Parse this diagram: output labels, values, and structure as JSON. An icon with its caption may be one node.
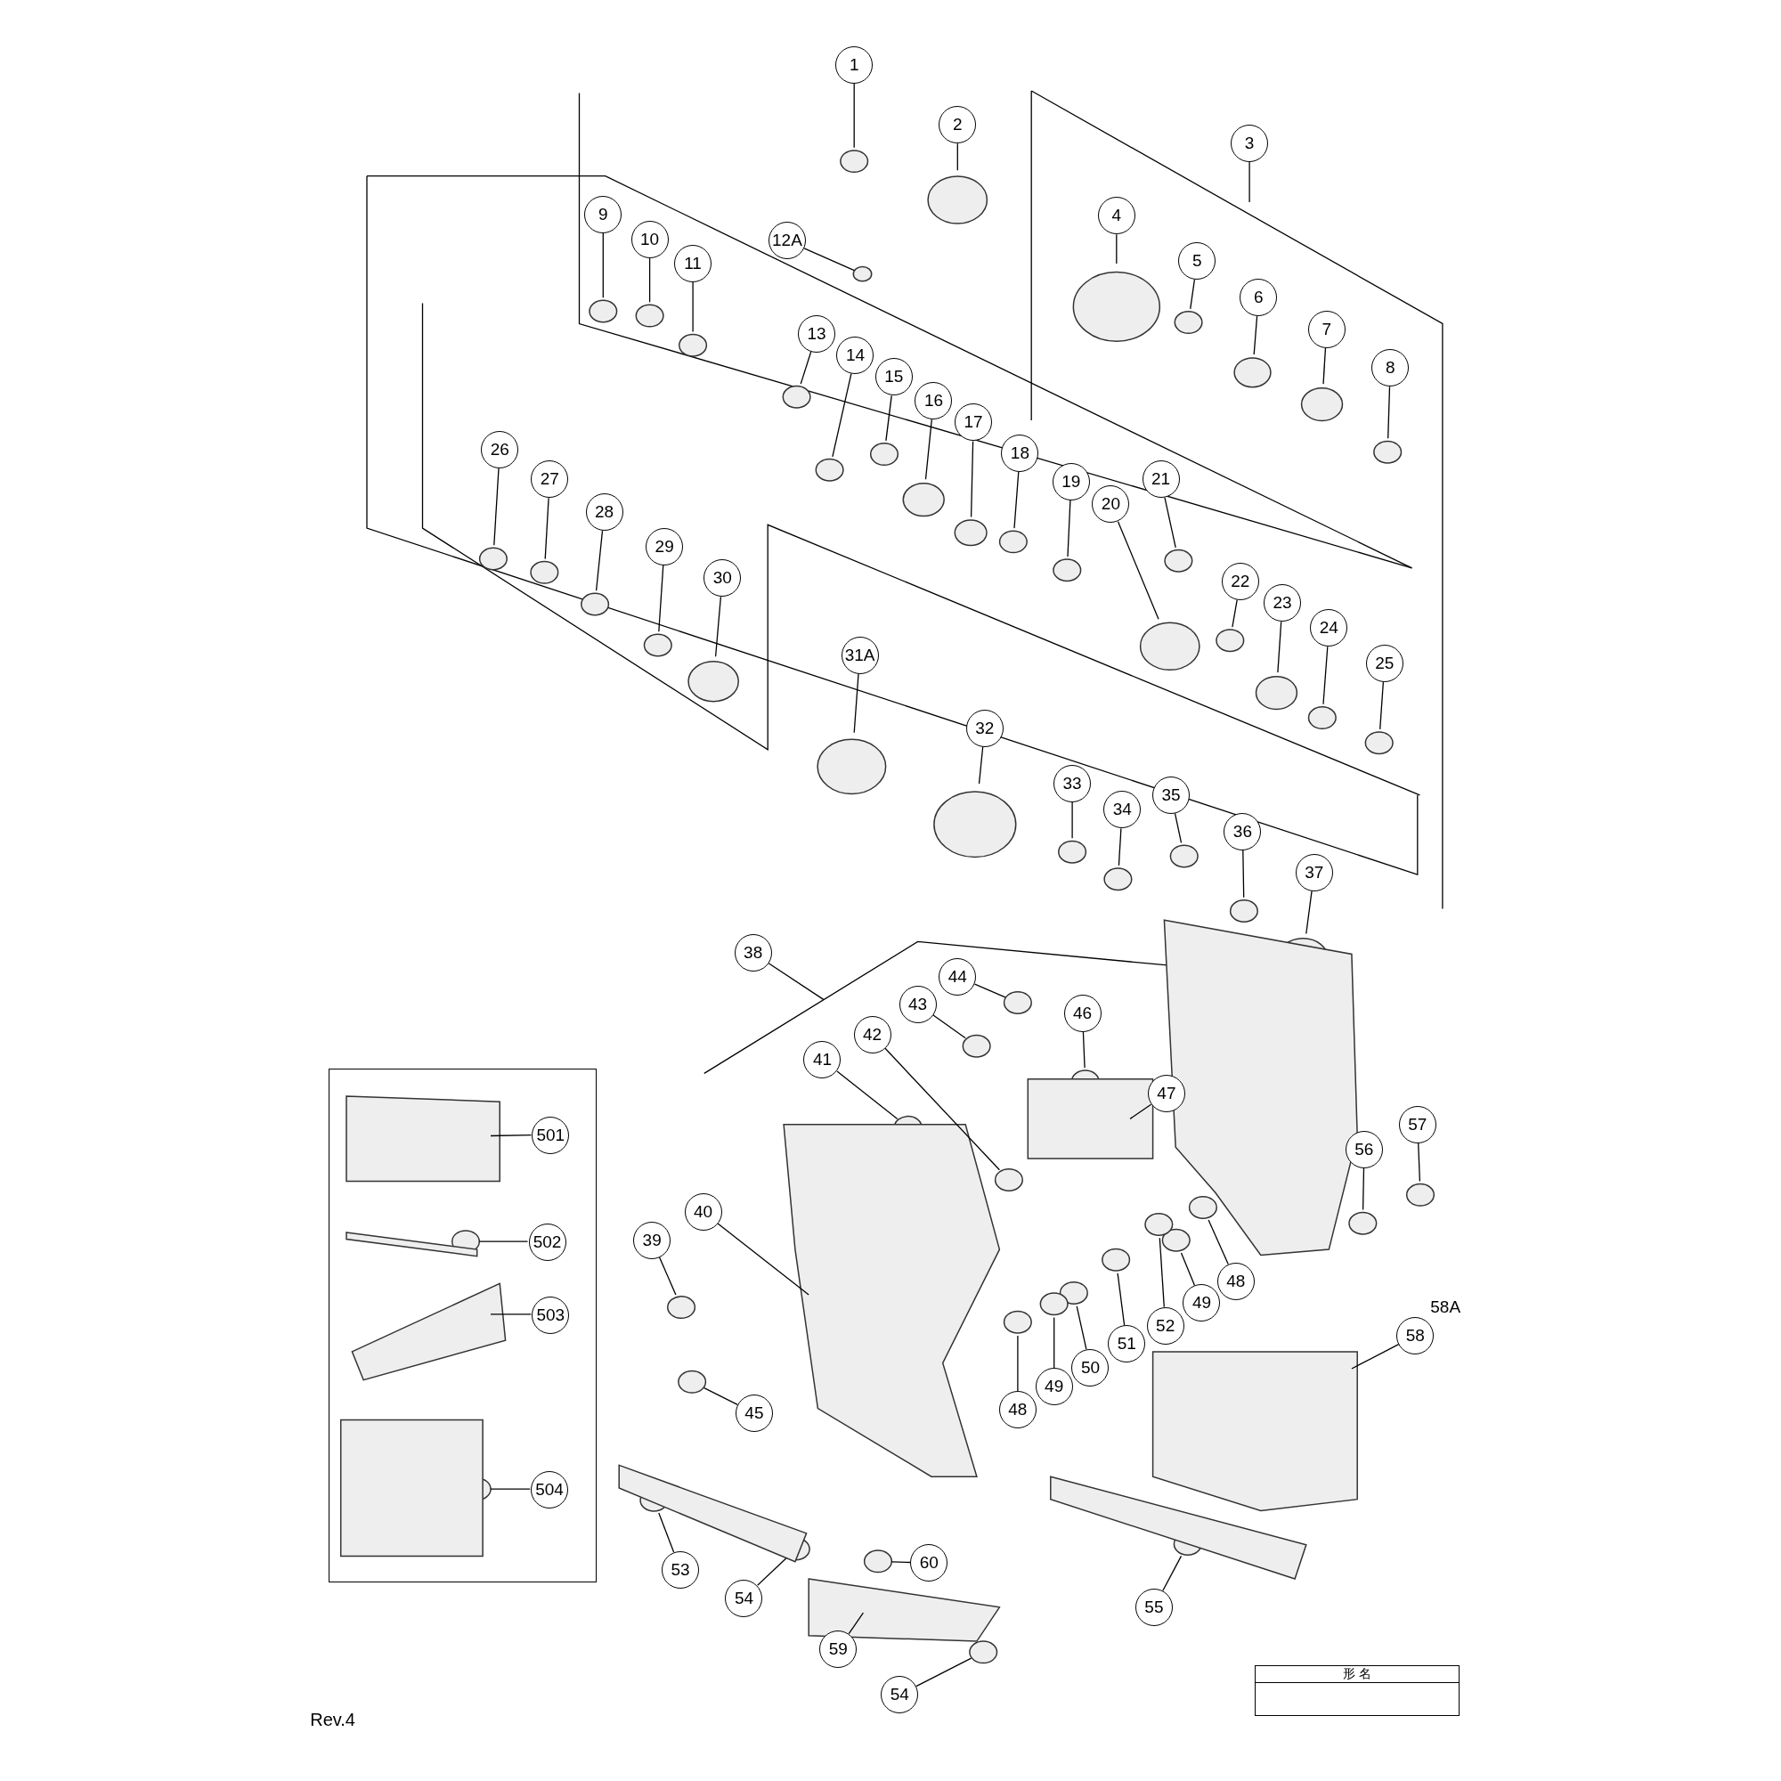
{
  "diagram": {
    "nodes": [
      {
        "text": [
          "1"
        ]
      },
      {
        "text": [
          "2"
        ]
      },
      {
        "text": [
          "3"
        ]
      },
      {
        "text": [
          "4"
        ]
      },
      {
        "text": [
          "5"
        ]
      },
      {
        "text": [
          "6"
        ]
      },
      {
        "text": [
          "7"
        ]
      },
      {
        "text": [
          "8"
        ]
      },
      {
        "text": [
          "9"
        ]
      },
      {
        "text": [
          "10"
        ]
      },
      {
        "text": [
          "11"
        ]
      },
      {
        "text": [
          "12A"
        ]
      },
      {
        "text": [
          "13"
        ]
      },
      {
        "text": [
          "14"
        ]
      },
      {
        "text": [
          "15"
        ]
      },
      {
        "text": [
          "16"
        ]
      },
      {
        "text": [
          "17"
        ]
      },
      {
        "text": [
          "18"
        ]
      },
      {
        "text": [
          "19"
        ]
      },
      {
        "text": [
          "20"
        ]
      },
      {
        "text": [
          "21"
        ]
      },
      {
        "text": [
          "22"
        ]
      },
      {
        "text": [
          "23"
        ]
      },
      {
        "text": [
          "24"
        ]
      },
      {
        "text": [
          "25"
        ]
      },
      {
        "text": [
          "26"
        ]
      },
      {
        "text": [
          "27"
        ]
      },
      {
        "text": [
          "28"
        ]
      },
      {
        "text": [
          "29"
        ]
      },
      {
        "text": [
          "30"
        ]
      },
      {
        "text": [
          "31A"
        ]
      },
      {
        "text": [
          "32"
        ]
      },
      {
        "text": [
          "33"
        ]
      },
      {
        "text": [
          "34"
        ]
      },
      {
        "text": [
          "35"
        ]
      },
      {
        "text": [
          "36"
        ]
      },
      {
        "text": [
          "37"
        ]
      },
      {
        "text": [
          "38"
        ]
      },
      {
        "text": [
          "39"
        ]
      },
      {
        "text": [
          "40"
        ]
      },
      {
        "text": [
          "41"
        ]
      },
      {
        "text": [
          "42"
        ]
      },
      {
        "text": [
          "43"
        ]
      },
      {
        "text": [
          "44"
        ]
      },
      {
        "text": [
          "45"
        ]
      },
      {
        "text": [
          "46"
        ]
      },
      {
        "text": [
          "47"
        ]
      },
      {
        "text": [
          "48"
        ]
      },
      {
        "text": [
          "49"
        ]
      },
      {
        "text": [
          "50"
        ]
      },
      {
        "text": [
          "51"
        ]
      },
      {
        "text": [
          "52"
        ]
      },
      {
        "text": [
          "48"
        ]
      },
      {
        "text": [
          "49"
        ]
      },
      {
        "text": [
          "53"
        ]
      },
      {
        "text": [
          "54"
        ]
      },
      {
        "text": [
          "54"
        ]
      },
      {
        "text": [
          "55"
        ]
      },
      {
        "text": [
          "56"
        ]
      },
      {
        "text": [
          "57"
        ]
      },
      {
        "text": [
          "58"
        ],
        "beside": [
          "58A"
        ]
      },
      {
        "text": [
          "59"
        ]
      },
      {
        "text": [
          "60"
        ]
      },
      {
        "text": [],
        "shape": "box"
      },
      {
        "text": [
          "501"
        ],
        "in": 63
      },
      {
        "text": [
          "502"
        ],
        "in": 63
      },
      {
        "text": [
          "503"
        ],
        "in": 63
      },
      {
        "text": [
          "504"
        ],
        "in": 63
      }
    ],
    "edges": [
      {
        "from": 0,
        "to": null,
        "arrow": "none"
      },
      {
        "from": 1,
        "to": null,
        "arrow": "none"
      },
      {
        "from": 2,
        "to": null,
        "arrow": "none"
      },
      {
        "from": 3,
        "to": null,
        "arrow": "none"
      },
      {
        "from": 4,
        "to": null,
        "arrow": "none"
      },
      {
        "from": 5,
        "to": null,
        "arrow": "none"
      },
      {
        "from": 6,
        "to": null,
        "arrow": "none"
      },
      {
        "from": 7,
        "to": null,
        "arrow": "none"
      },
      {
        "from": 8,
        "to": null,
        "arrow": "none"
      },
      {
        "from": 9,
        "to": null,
        "arrow": "none"
      },
      {
        "from": 10,
        "to": null,
        "arrow": "none"
      },
      {
        "from": 11,
        "to": null,
        "arrow": "none"
      },
      {
        "from": 12,
        "to": null,
        "arrow": "none"
      },
      {
        "from": 13,
        "to": null,
        "arrow": "none"
      },
      {
        "from": 14,
        "to": null,
        "arrow": "none"
      },
      {
        "from": 15,
        "to": null,
        "arrow": "none"
      },
      {
        "from": 16,
        "to": null,
        "arrow": "none"
      },
      {
        "from": 17,
        "to": null,
        "arrow": "none"
      },
      {
        "from": 18,
        "to": null,
        "arrow": "none"
      },
      {
        "from": 19,
        "to": null,
        "arrow": "none"
      },
      {
        "from": 20,
        "to": null,
        "arrow": "none"
      },
      {
        "from": 21,
        "to": null,
        "arrow": "none"
      },
      {
        "from": 22,
        "to": null,
        "arrow": "none"
      },
      {
        "from": 23,
        "to": null,
        "arrow": "none"
      },
      {
        "from": 24,
        "to": null,
        "arrow": "none"
      },
      {
        "from": 25,
        "to": null,
        "arrow": "none"
      },
      {
        "from": 26,
        "to": null,
        "arrow": "none"
      },
      {
        "from": 27,
        "to": null,
        "arrow": "none"
      },
      {
        "from": 28,
        "to": null,
        "arrow": "none"
      },
      {
        "from": 29,
        "to": null,
        "arrow": "none"
      },
      {
        "from": 30,
        "to": null,
        "arrow": "none"
      },
      {
        "from": 31,
        "to": null,
        "arrow": "none"
      },
      {
        "from": 32,
        "to": null,
        "arrow": "none"
      },
      {
        "from": 33,
        "to": null,
        "arrow": "none"
      },
      {
        "from": 34,
        "to": null,
        "arrow": "none"
      },
      {
        "from": 35,
        "to": null,
        "arrow": "none"
      },
      {
        "from": 36,
        "to": null,
        "arrow": "none"
      },
      {
        "from": 37,
        "to": null,
        "arrow": "none"
      },
      {
        "from": 38,
        "to": null,
        "arrow": "none"
      },
      {
        "from": 39,
        "to": null,
        "arrow": "none"
      },
      {
        "from": 40,
        "to": null,
        "arrow": "none"
      },
      {
        "from": 41,
        "to": null,
        "arrow": "none"
      },
      {
        "from": 42,
        "to": null,
        "arrow": "none"
      },
      {
        "from": 43,
        "to": null,
        "arrow": "none"
      },
      {
        "from": 44,
        "to": null,
        "arrow": "none"
      },
      {
        "from": 45,
        "to": null,
        "arrow": "none"
      },
      {
        "from": 46,
        "to": null,
        "arrow": "none"
      },
      {
        "from": 47,
        "to": null,
        "arrow": "none"
      },
      {
        "from": 48,
        "to": null,
        "arrow": "none"
      },
      {
        "from": 49,
        "to": null,
        "arrow": "none"
      },
      {
        "from": 50,
        "to": null,
        "arrow": "none"
      },
      {
        "from": 51,
        "to": null,
        "arrow": "none"
      },
      {
        "from": 52,
        "to": null,
        "arrow": "none"
      },
      {
        "from": 53,
        "to": null,
        "arrow": "none"
      },
      {
        "from": 54,
        "to": null,
        "arrow": "none"
      },
      {
        "from": 55,
        "to": null,
        "arrow": "none"
      },
      {
        "from": 56,
        "to": null,
        "arrow": "none"
      },
      {
        "from": 57,
        "to": null,
        "arrow": "none"
      },
      {
        "from": 58,
        "to": null,
        "arrow": "none"
      },
      {
        "from": 59,
        "to": null,
        "arrow": "none"
      },
      {
        "from": 60,
        "to": null,
        "arrow": "none"
      },
      {
        "from": 61,
        "to": null,
        "arrow": "none"
      },
      {
        "from": 62,
        "to": null,
        "arrow": "none"
      },
      {
        "from": 64,
        "to": null,
        "arrow": "none"
      },
      {
        "from": 65,
        "to": null,
        "arrow": "none"
      },
      {
        "from": 66,
        "to": null,
        "arrow": "none"
      },
      {
        "from": 67,
        "to": null,
        "arrow": "none"
      }
    ],
    "labels": [
      "形 名",
      "Rev.4"
    ]
  }
}
